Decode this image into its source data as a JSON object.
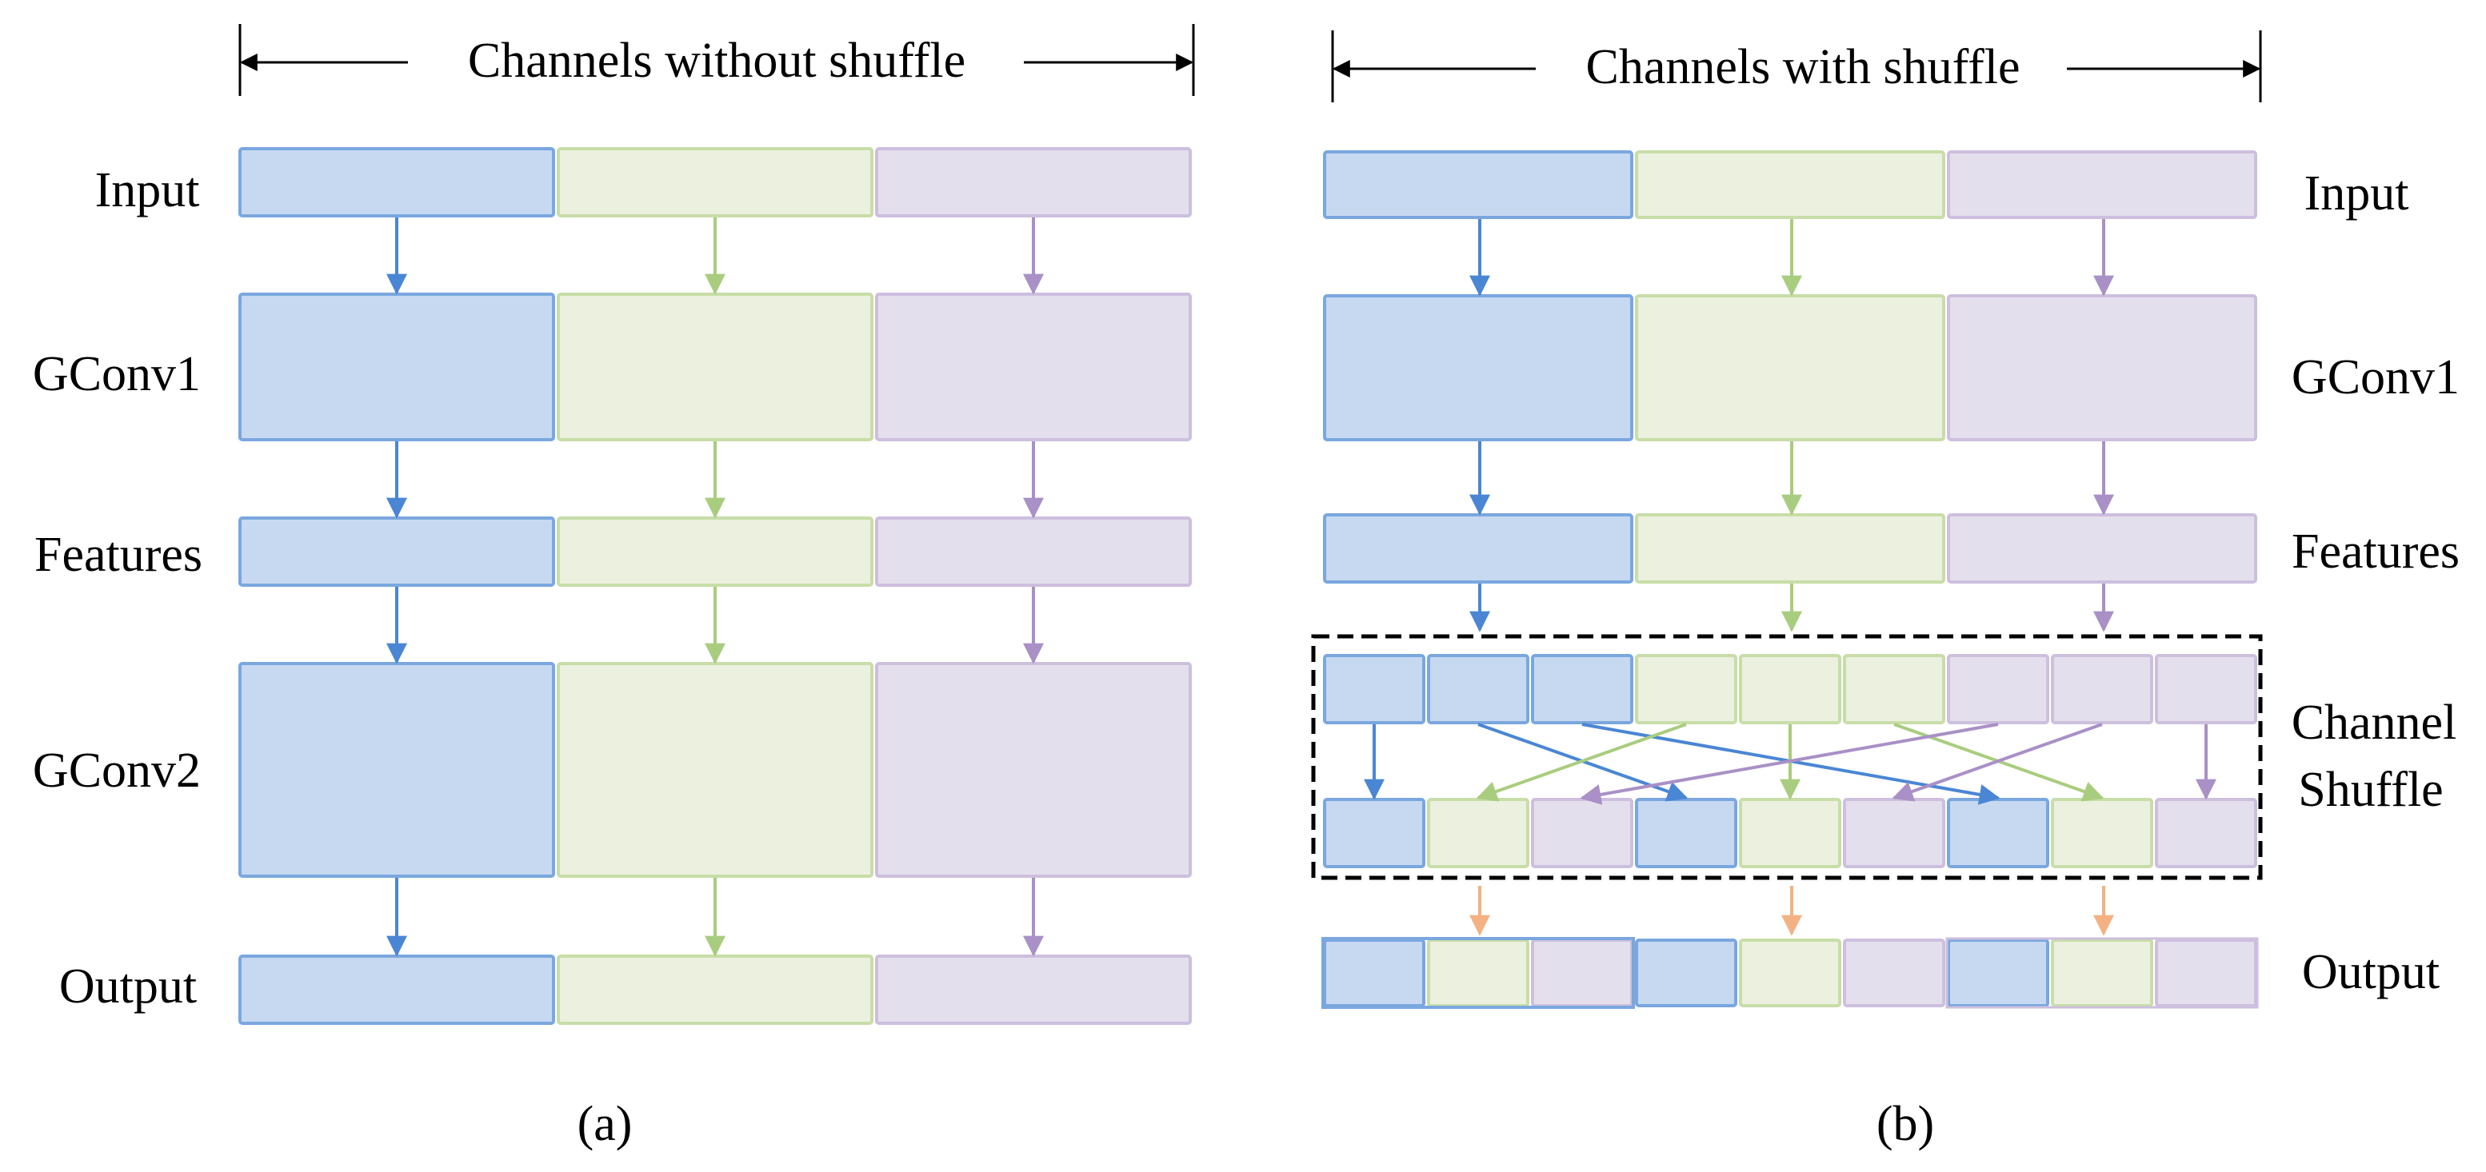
{
  "panel_a": {
    "header": "Channels without shuffle",
    "labels": {
      "input": "Input",
      "gconv1": "GConv1",
      "features": "Features",
      "gconv2": "GConv2",
      "output": "Output"
    },
    "caption": "(a)"
  },
  "panel_b": {
    "header": "Channels with shuffle",
    "labels": {
      "input": "Input",
      "gconv1": "GConv1",
      "features": "Features",
      "shuffle_line1": "Channel",
      "shuffle_line2": "Shuffle",
      "output": "Output"
    },
    "caption": "(b)"
  },
  "colors": {
    "blue_fill": "#c6d9f1",
    "blue_stroke": "#7aa7de",
    "blue_arrow": "#4a86d4",
    "green_fill": "#ebf1de",
    "green_stroke": "#c8dda8",
    "green_arrow": "#a9cd7f",
    "purple_fill": "#e4dfec",
    "purple_stroke": "#cdbfde",
    "purple_arrow": "#a990c6",
    "orange_arrow": "#f4b183",
    "dash_border": "#000000"
  }
}
